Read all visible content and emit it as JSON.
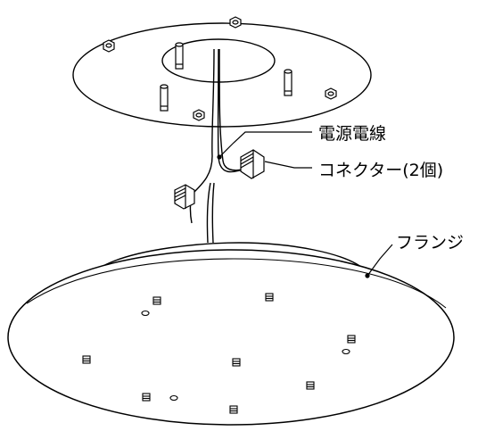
{
  "labels": {
    "power_wire": "電源電線",
    "connector": "コネクター(2個)",
    "flange": "フランジ"
  },
  "colors": {
    "line": "#000000",
    "fill": "#ffffff"
  }
}
